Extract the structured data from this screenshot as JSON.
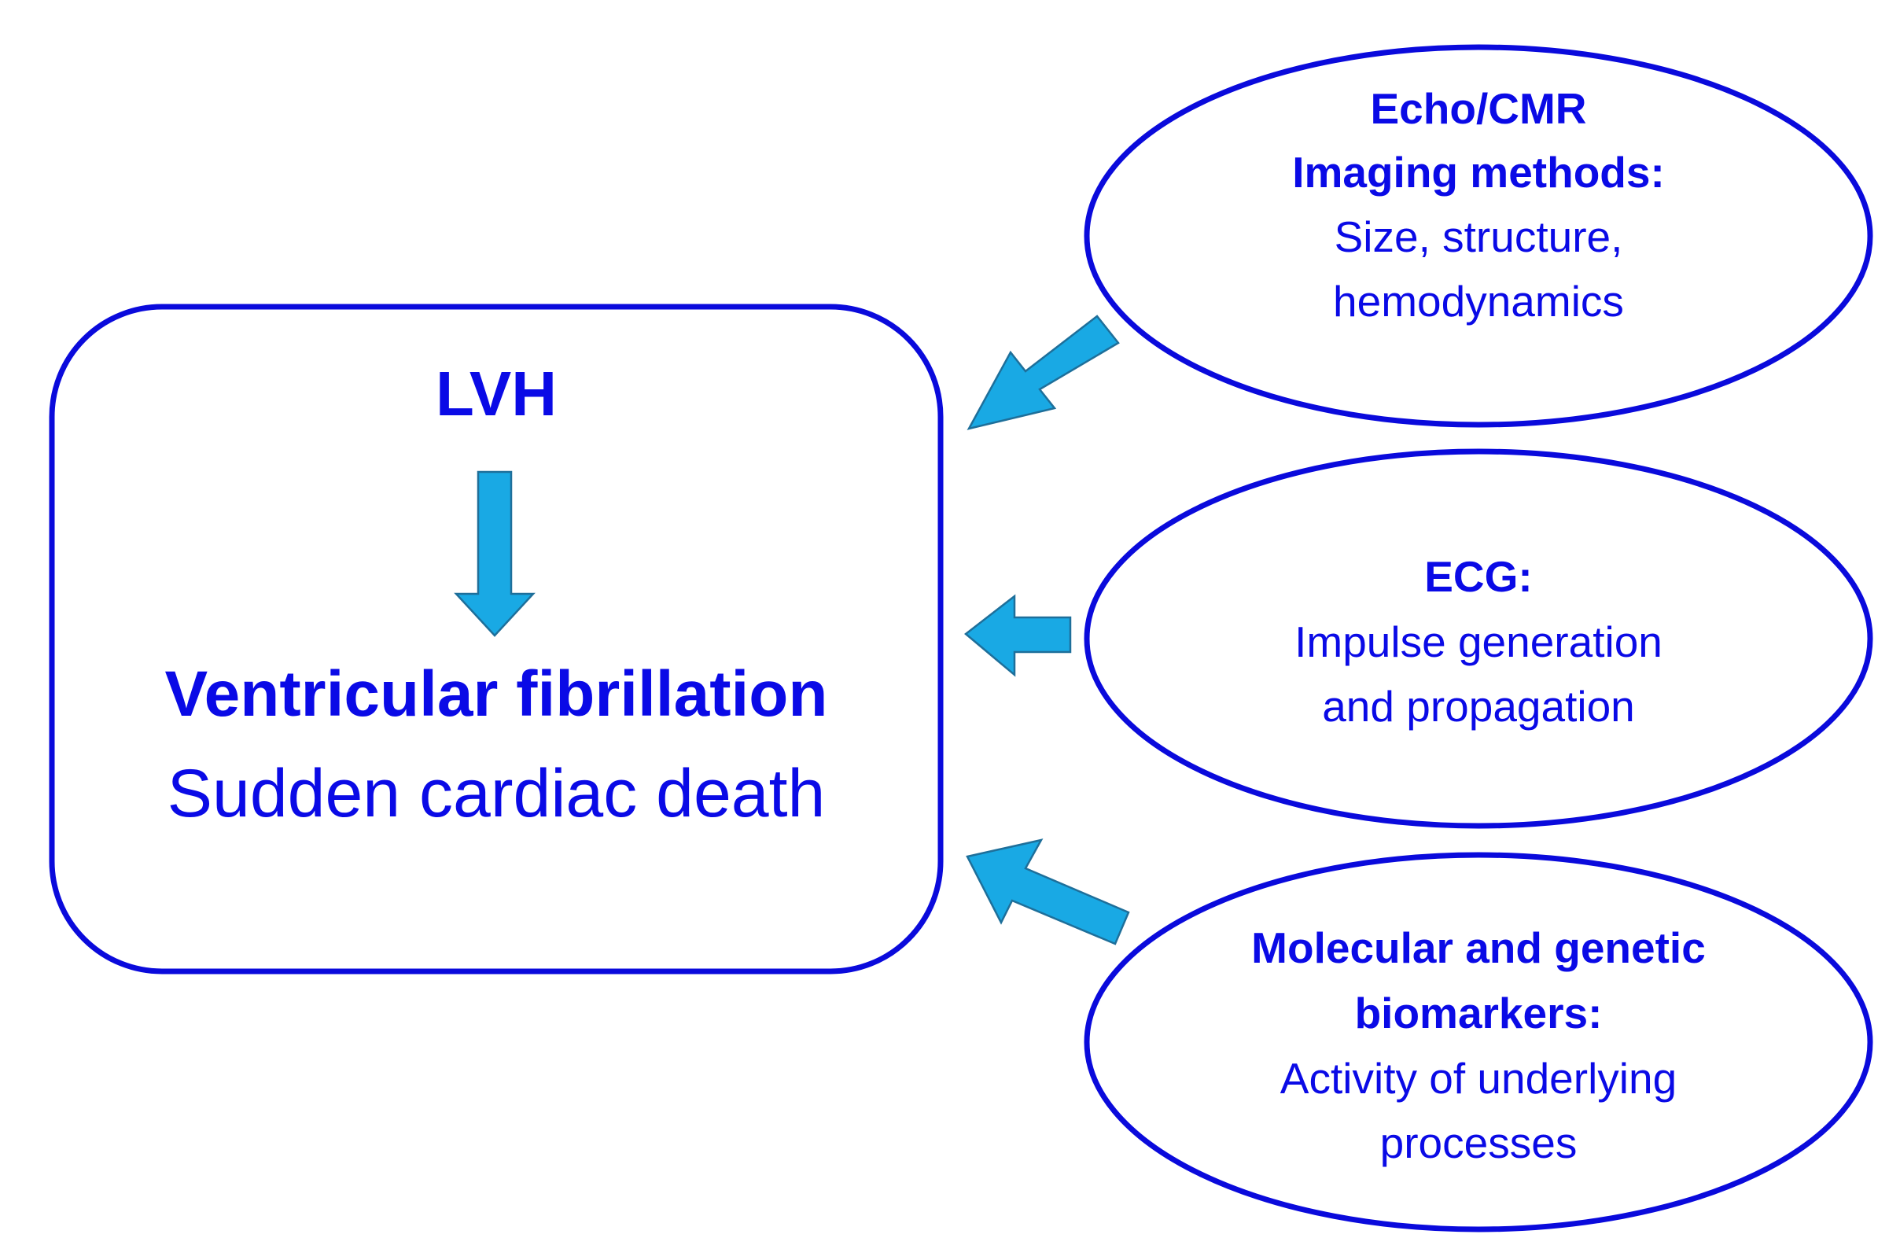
{
  "colors": {
    "stroke": "#0a0adc",
    "text": "#0a0ae6",
    "arrow_fill": "#19a9e4",
    "arrow_stroke": "#1e6f9a",
    "background": "#ffffff"
  },
  "main_box": {
    "title": "LVH",
    "outcome_bold": "Ventricular fibrillation",
    "outcome_regular": "Sudden cardiac death",
    "arrow_icon": "down-arrow-icon"
  },
  "methods": [
    {
      "id": "imaging",
      "heading_lines": [
        "Echo/CMR",
        "Imaging methods:"
      ],
      "body_lines": [
        "Size, structure,",
        "hemodynamics"
      ],
      "arrow_icon": "diagonal-arrow-icon"
    },
    {
      "id": "ecg",
      "heading_lines": [
        "ECG:"
      ],
      "body_lines": [
        "Impulse generation",
        "and propagation"
      ],
      "arrow_icon": "left-arrow-icon"
    },
    {
      "id": "biomarkers",
      "heading_lines": [
        "Molecular and genetic",
        "biomarkers:"
      ],
      "body_lines": [
        "Activity of underlying",
        "processes"
      ],
      "arrow_icon": "diagonal-arrow-icon"
    }
  ]
}
